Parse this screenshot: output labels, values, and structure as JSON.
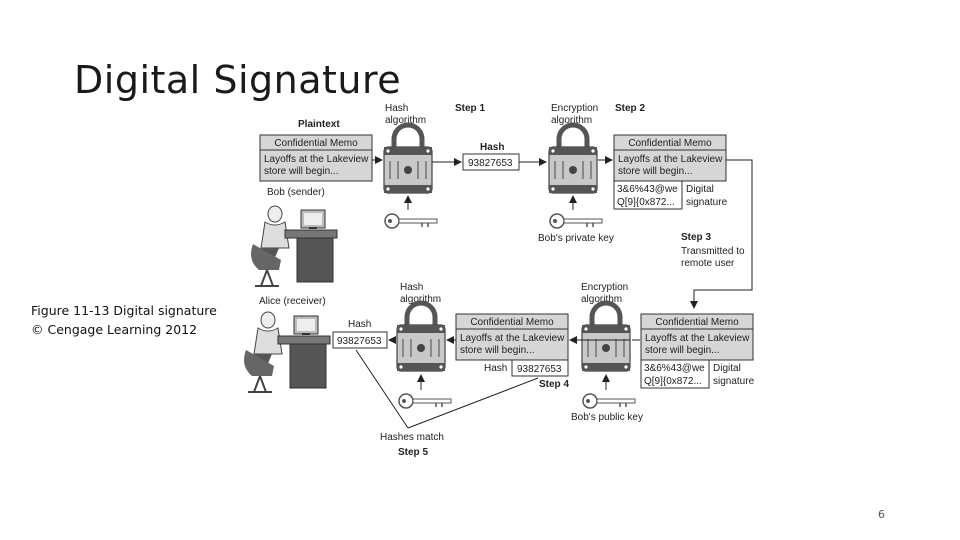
{
  "slide": {
    "title": "Digital Signature",
    "caption_line1": "Figure 11-13 Digital signature",
    "caption_line2": "© Cengage Learning 2012",
    "page_number": "6"
  },
  "diagram": {
    "plaintext_label": "Plaintext",
    "memo_title": "Confidential Memo",
    "memo_line1": "Layoffs at the Lakeview",
    "memo_line2": "store will begin...",
    "bob_label": "Bob (sender)",
    "alice_label": "Alice (receiver)",
    "hash_algorithm_line1": "Hash",
    "hash_algorithm_line2": "algorithm",
    "encryption_algorithm_line1": "Encryption",
    "encryption_algorithm_line2": "algorithm",
    "step1": "Step 1",
    "step2": "Step 2",
    "step3": "Step 3",
    "step3_desc_line1": "Transmitted to",
    "step3_desc_line2": "remote user",
    "step4": "Step 4",
    "step5": "Step 5",
    "hash_label": "Hash",
    "hash_value": "93827653",
    "sig_line1": "3&6%43@we",
    "sig_line2": "Q[9]{0x872...",
    "digital_label": "Digital",
    "signature_label": "signature",
    "bobs_private_key": "Bob's private key",
    "bobs_public_key": "Bob's public key",
    "hashes_match": "Hashes match"
  },
  "colors": {
    "memo_fill": "#d6d6d6",
    "lock_fill": "#c8c8c8",
    "lock_dark": "#555555",
    "line": "#222222"
  }
}
